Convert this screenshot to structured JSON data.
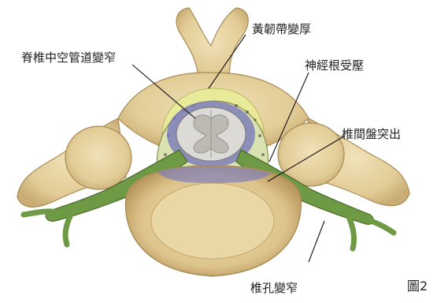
{
  "labels": {
    "ligament": "黃韌帶變厚",
    "canal": "脊椎中空管道變窄",
    "nerve_root": "神經根受壓",
    "disc": "椎間盤突出",
    "foramen": "椎孔變窄"
  },
  "figure_label": "圖2",
  "colors": {
    "bone": "#e6d3a3",
    "bone_shadow": "#b89b63",
    "nerve": "#6f9a45",
    "ligament": "#e9ea9a",
    "canal_fat": "#d9e2b0",
    "cord": "#d8d6d2",
    "csf": "#7f7fb8"
  }
}
